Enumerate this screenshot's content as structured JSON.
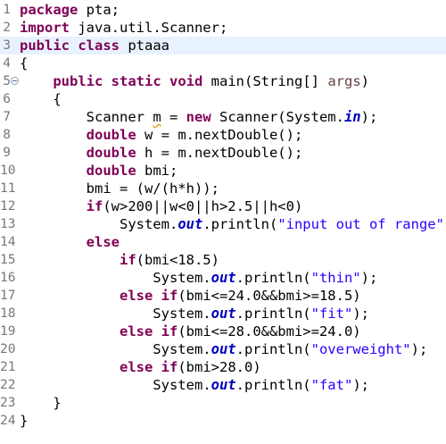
{
  "editor": {
    "line_numbers": [
      "1",
      "2",
      "3",
      "4",
      "5",
      "6",
      "7",
      "8",
      "9",
      "10",
      "11",
      "12",
      "13",
      "14",
      "15",
      "16",
      "17",
      "18",
      "19",
      "20",
      "21",
      "22",
      "23",
      "24"
    ],
    "lines": [
      [
        {
          "t": "kw",
          "v": "package"
        },
        {
          "t": "plain",
          "v": " pta;"
        }
      ],
      [
        {
          "t": "kw",
          "v": "import"
        },
        {
          "t": "plain",
          "v": " java.util.Scanner;"
        }
      ],
      [
        {
          "t": "kw",
          "v": "public"
        },
        {
          "t": "plain",
          "v": " "
        },
        {
          "t": "kw",
          "v": "class"
        },
        {
          "t": "plain",
          "v": " ptaaa"
        }
      ],
      [
        {
          "t": "plain",
          "v": "{"
        }
      ],
      [
        {
          "t": "plain",
          "v": "    "
        },
        {
          "t": "kw",
          "v": "public"
        },
        {
          "t": "plain",
          "v": " "
        },
        {
          "t": "kw",
          "v": "static"
        },
        {
          "t": "plain",
          "v": " "
        },
        {
          "t": "kw",
          "v": "void"
        },
        {
          "t": "plain",
          "v": " main(String[] "
        },
        {
          "t": "param",
          "v": "args"
        },
        {
          "t": "plain",
          "v": ")"
        }
      ],
      [
        {
          "t": "plain",
          "v": "    {"
        }
      ],
      [
        {
          "t": "plain",
          "v": "        Scanner "
        },
        {
          "t": "warn",
          "v": "m"
        },
        {
          "t": "plain",
          "v": " = "
        },
        {
          "t": "kw",
          "v": "new"
        },
        {
          "t": "plain",
          "v": " Scanner(System."
        },
        {
          "t": "field",
          "v": "in"
        },
        {
          "t": "plain",
          "v": ");"
        }
      ],
      [
        {
          "t": "plain",
          "v": "        "
        },
        {
          "t": "kw",
          "v": "double"
        },
        {
          "t": "plain",
          "v": " w = m.nextDouble();"
        }
      ],
      [
        {
          "t": "plain",
          "v": "        "
        },
        {
          "t": "kw",
          "v": "double"
        },
        {
          "t": "plain",
          "v": " h = m.nextDouble();"
        }
      ],
      [
        {
          "t": "plain",
          "v": "        "
        },
        {
          "t": "kw",
          "v": "double"
        },
        {
          "t": "plain",
          "v": " bmi;"
        }
      ],
      [
        {
          "t": "plain",
          "v": "        bmi = (w/(h*h));"
        }
      ],
      [
        {
          "t": "plain",
          "v": "        "
        },
        {
          "t": "kw",
          "v": "if"
        },
        {
          "t": "plain",
          "v": "(w>200||w<0||h>2.5||h<0)"
        }
      ],
      [
        {
          "t": "plain",
          "v": "            System."
        },
        {
          "t": "field",
          "v": "out"
        },
        {
          "t": "plain",
          "v": ".println("
        },
        {
          "t": "str",
          "v": "\"input out of range\""
        },
        {
          "t": "plain",
          "v": ");"
        }
      ],
      [
        {
          "t": "plain",
          "v": "        "
        },
        {
          "t": "kw",
          "v": "else"
        }
      ],
      [
        {
          "t": "plain",
          "v": "            "
        },
        {
          "t": "kw",
          "v": "if"
        },
        {
          "t": "plain",
          "v": "(bmi<18.5)"
        }
      ],
      [
        {
          "t": "plain",
          "v": "                System."
        },
        {
          "t": "field",
          "v": "out"
        },
        {
          "t": "plain",
          "v": ".println("
        },
        {
          "t": "str",
          "v": "\"thin\""
        },
        {
          "t": "plain",
          "v": ");"
        }
      ],
      [
        {
          "t": "plain",
          "v": "            "
        },
        {
          "t": "kw",
          "v": "else"
        },
        {
          "t": "plain",
          "v": " "
        },
        {
          "t": "kw",
          "v": "if"
        },
        {
          "t": "plain",
          "v": "(bmi<=24.0&&bmi>=18.5)"
        }
      ],
      [
        {
          "t": "plain",
          "v": "                System."
        },
        {
          "t": "field",
          "v": "out"
        },
        {
          "t": "plain",
          "v": ".println("
        },
        {
          "t": "str",
          "v": "\"fit\""
        },
        {
          "t": "plain",
          "v": ");"
        }
      ],
      [
        {
          "t": "plain",
          "v": "            "
        },
        {
          "t": "kw",
          "v": "else"
        },
        {
          "t": "plain",
          "v": " "
        },
        {
          "t": "kw",
          "v": "if"
        },
        {
          "t": "plain",
          "v": "(bmi<=28.0&&bmi>=24.0)"
        }
      ],
      [
        {
          "t": "plain",
          "v": "                System."
        },
        {
          "t": "field",
          "v": "out"
        },
        {
          "t": "plain",
          "v": ".println("
        },
        {
          "t": "str",
          "v": "\"overweight\""
        },
        {
          "t": "plain",
          "v": ");"
        }
      ],
      [
        {
          "t": "plain",
          "v": "            "
        },
        {
          "t": "kw",
          "v": "else"
        },
        {
          "t": "plain",
          "v": " "
        },
        {
          "t": "kw",
          "v": "if"
        },
        {
          "t": "plain",
          "v": "(bmi>28.0)"
        }
      ],
      [
        {
          "t": "plain",
          "v": "                System."
        },
        {
          "t": "field",
          "v": "out"
        },
        {
          "t": "plain",
          "v": ".println("
        },
        {
          "t": "str",
          "v": "\"fat\""
        },
        {
          "t": "plain",
          "v": ");"
        }
      ],
      [
        {
          "t": "plain",
          "v": "    }"
        }
      ],
      [
        {
          "t": "plain",
          "v": "}"
        }
      ]
    ],
    "current_line": 3,
    "fold_marker_line": 5
  },
  "colors": {
    "keyword": "#7f0055",
    "string": "#2a00ff",
    "static_field": "#0000c0",
    "parameter": "#6a3e3e",
    "line_number": "#787878",
    "current_line_highlight": "#e8f2fe",
    "warning_underline": "#e8a317"
  },
  "icons": {
    "fold_marker": "collapse-minus-icon"
  }
}
